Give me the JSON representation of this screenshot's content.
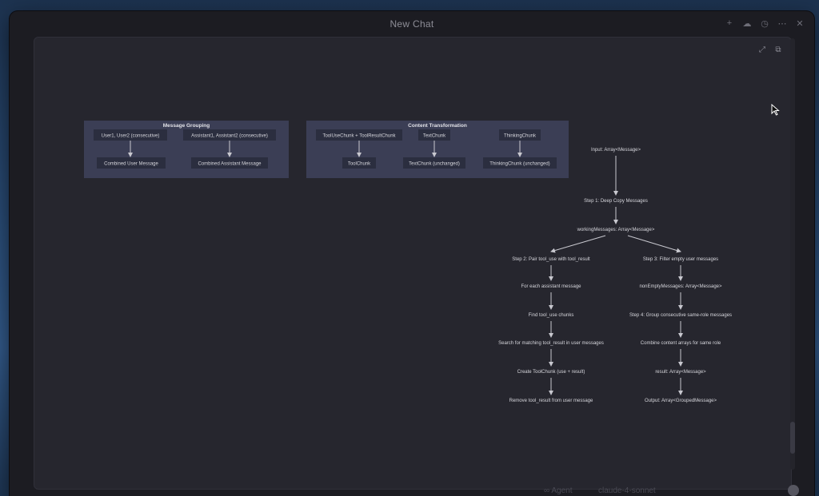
{
  "window": {
    "title": "New Chat"
  },
  "window_controls": [
    {
      "name": "new-chat-icon",
      "glyph": "+"
    },
    {
      "name": "cloud-icon",
      "glyph": "☁"
    },
    {
      "name": "history-icon",
      "glyph": "◷"
    },
    {
      "name": "more-icon",
      "glyph": "⋯"
    },
    {
      "name": "close-icon",
      "glyph": "✕"
    }
  ],
  "panel_tools": [
    {
      "name": "expand-icon",
      "glyph": "⤢"
    },
    {
      "name": "copy-icon",
      "glyph": "⧉"
    }
  ],
  "bottom": {
    "agent_label": "∞ Agent",
    "model_label": "claude-4-sonnet"
  },
  "diagram": {
    "message_grouping": {
      "title": "Message Grouping",
      "nodes": [
        "User1, User2 (consecutive)",
        "Assistant1, Assistant2 (consecutive)",
        "Combined User Message",
        "Combined Assistant Message"
      ]
    },
    "content_transformation": {
      "title": "Content Transformation",
      "nodes": [
        "ToolUseChunk + ToolResultChunk",
        "TextChunk",
        "ThinkingChunk",
        "ToolChunk",
        "TextChunk (unchanged)",
        "ThinkingChunk (unchanged)"
      ]
    },
    "flow": [
      "Input: Array<Message>",
      "Step 1: Deep Copy Messages",
      "workingMessages: Array<Message>",
      "Step 2: Pair tool_use with tool_result",
      "For each assistant message",
      "Find tool_use chunks",
      "Search for matching tool_result in user messages",
      "Create ToolChunk (use + result)",
      "Remove tool_result from user message",
      "Step 3: Filter empty user messages",
      "nonEmptyMessages: Array<Message>",
      "Step 4: Group consecutive same-role messages",
      "Combine content arrays for same role",
      "result: Array<Message>",
      "Output: Array<GroupedMessage>"
    ]
  },
  "colors": {
    "panel": "#26262e",
    "subgraph": "#3b3e55",
    "node": "#2b2e3f",
    "edge": "#c8c8cf",
    "text": "#d6d6dc"
  }
}
